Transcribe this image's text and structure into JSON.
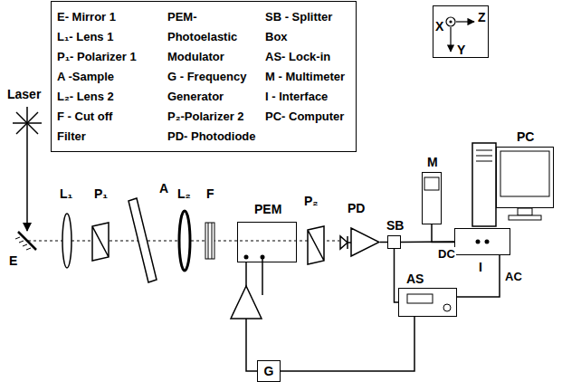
{
  "diagram": {
    "nodes": [
      {
        "text": [
          "E- Mirror 1",
          "L₁- Lens 1",
          "P₁- Polarizer 1",
          "A -Sample",
          "L₂- Lens 2",
          "F - Cut off Filter",
          "PEM- Photoelastic Modulator",
          "G - Frequency Generator",
          "P₂-Polarizer 2",
          "PD- Photodiode",
          "SB - Splitter Box",
          "AS- Lock-in",
          "M - Multimeter",
          "I - Interface",
          "PC- Computer"
        ]
      },
      {
        "text": [
          "X",
          "Z",
          "Y"
        ]
      },
      {
        "text": [
          "M"
        ]
      },
      {
        "text": [
          "PC"
        ]
      },
      {
        "text": [
          "PEM"
        ]
      },
      {
        "text": [
          "PD"
        ]
      },
      {
        "text": [
          "SB"
        ]
      },
      {
        "text": [
          "I"
        ]
      },
      {
        "text": [
          "AS"
        ]
      },
      {
        "text": [
          "G"
        ]
      }
    ],
    "edges": [
      {
        "from": 5,
        "to": 6,
        "arrow": "none"
      },
      {
        "from": 6,
        "to": 7,
        "label": "DC",
        "arrow": "none"
      },
      {
        "from": 2,
        "to": 7,
        "arrow": "none"
      },
      {
        "from": 6,
        "to": 8,
        "arrow": "none"
      },
      {
        "from": 8,
        "to": 7,
        "label": "AC",
        "arrow": "none"
      },
      {
        "from": 9,
        "to": 4,
        "arrow": "none"
      },
      {
        "from": 9,
        "to": 8,
        "arrow": "none"
      }
    ],
    "labels": [
      "Laser",
      "E",
      "L₁",
      "P₁",
      "A",
      "L₂",
      "F",
      "P₂"
    ]
  }
}
